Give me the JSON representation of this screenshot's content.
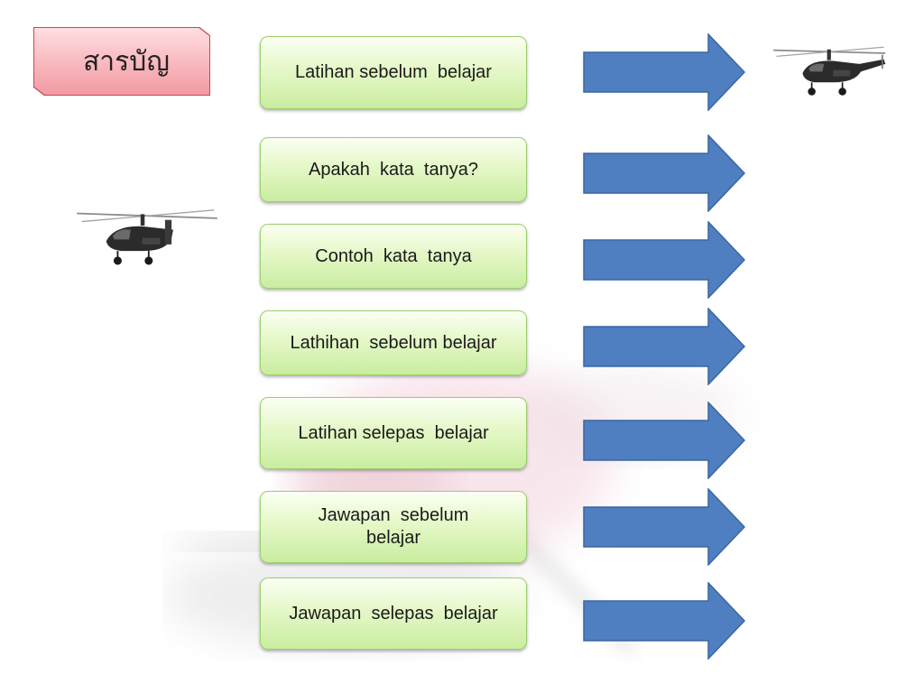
{
  "slide": {
    "title": "สารบัญ",
    "menu_items": [
      {
        "label": "Latihan sebelum  belajar"
      },
      {
        "label": "Apakah  kata  tanya?"
      },
      {
        "label": "Contoh  kata  tanya"
      },
      {
        "label": "Lathihan  sebelum belajar"
      },
      {
        "label": "Latihan selepas  belajar"
      },
      {
        "label": "Jawapan  sebelum\nbelajar"
      },
      {
        "label": "Jawapan  selepas  belajar"
      }
    ]
  },
  "colors": {
    "title_fill": "#f8b7bd",
    "title_border": "#c44a55",
    "button_fill": "#d9f4b4",
    "button_border": "#9ccf6e",
    "arrow_fill": "#4f7fc0",
    "arrow_border": "#3a66a3"
  },
  "icons": {
    "navigation": "right-arrow-icon",
    "decoration": "helicopter-icon"
  }
}
